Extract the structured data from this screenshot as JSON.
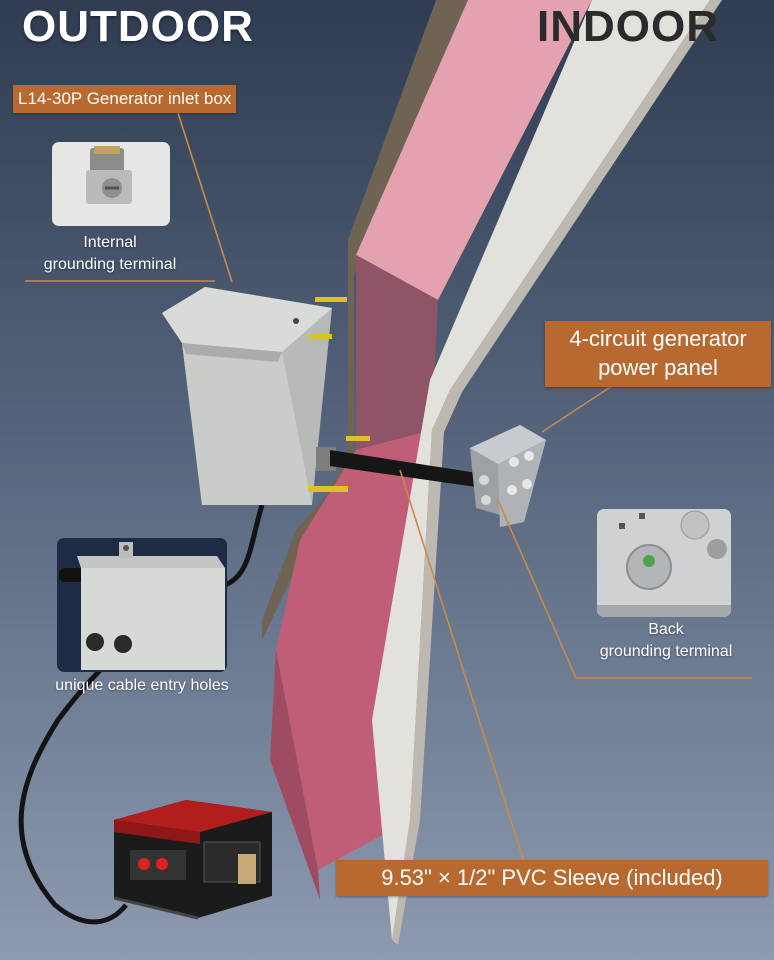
{
  "headers": {
    "outdoor": "OUTDOOR",
    "indoor": "INDOOR"
  },
  "callouts": {
    "inlet_box": "L14-30P Generator inlet box",
    "power_panel_line1": "4-circuit generator",
    "power_panel_line2": "power panel",
    "pvc_sleeve": "9.53\" × 1/2\" PVC Sleeve (included)"
  },
  "captions": {
    "internal_line1": "Internal",
    "internal_line2": "grounding terminal",
    "cable_entry": "unique cable entry holes",
    "back_line1": "Back",
    "back_line2": "grounding terminal"
  },
  "colors": {
    "callout_bg": "#b8692f",
    "leader": "#c98a4a",
    "insulation": "#d27a8c",
    "drywall": "#e3e1dc",
    "background_top": "#2f3c52"
  }
}
